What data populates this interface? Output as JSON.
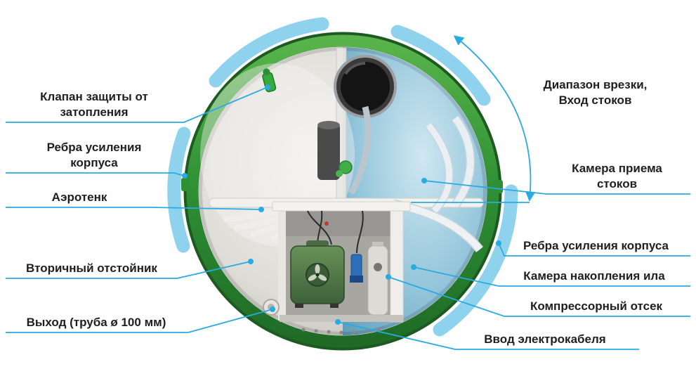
{
  "callouts": {
    "flood_valve": {
      "line1": "Клапан защиты от",
      "line2": "затопления"
    },
    "ribs_left": {
      "line1": "Ребра усиления",
      "line2": "корпуса"
    },
    "aerotank": {
      "line1": "Аэротенк"
    },
    "secondary_settler": {
      "line1": "Вторичный отстойник"
    },
    "outlet": {
      "line1": "Выход (труба ø 100 мм)"
    },
    "inlet_range": {
      "line1": "Диапазон врезки,",
      "line2": "Вход стоков"
    },
    "intake_chamber": {
      "line1": "Камера приема",
      "line2": "стоков"
    },
    "ribs_right": {
      "line1": "Ребра усиления корпуса"
    },
    "sludge_chamber": {
      "line1": "Камера накопления ила"
    },
    "compressor_bay": {
      "line1": "Компрессорный отсек"
    },
    "cable_entry": {
      "line1": "Ввод электрокабеля"
    }
  },
  "colors": {
    "callout_line": "#29abe2",
    "rib_arc_blue": "#8fd2ee",
    "tank_ring_green": "#2e8f34",
    "chamber_blue": "#93c5da",
    "chamber_gray": "#dddcd6",
    "compressor_green": "#4c6f45",
    "label_text": "#1f1f1f"
  }
}
